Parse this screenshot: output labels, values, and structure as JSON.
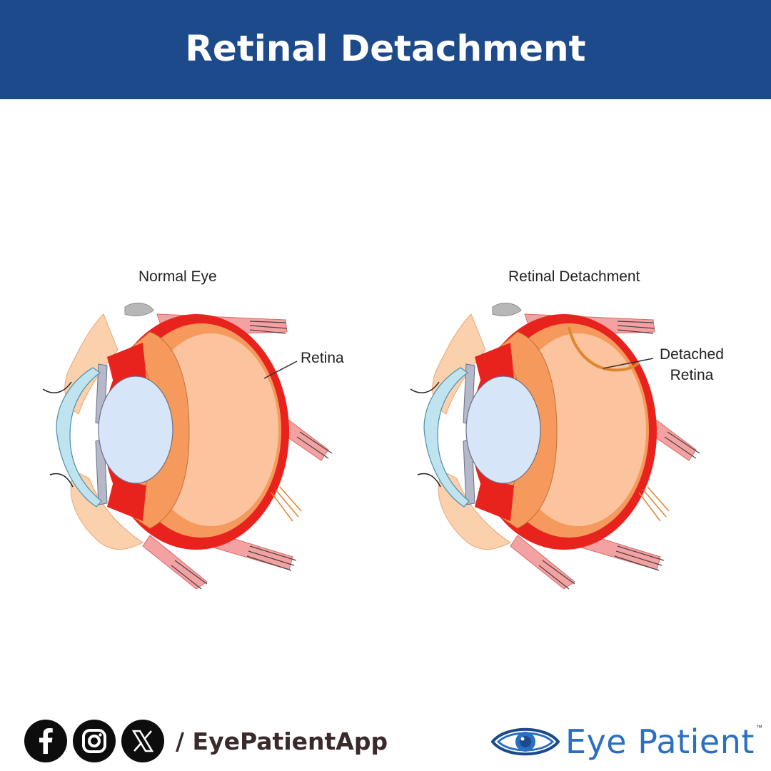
{
  "header": {
    "title": "Retinal Detachment"
  },
  "diagrams": {
    "normal": {
      "title": "Normal Eye",
      "label": "Retina"
    },
    "detached": {
      "title": "Retinal Detachment",
      "label_line1": "Detached",
      "label_line2": "Retina"
    }
  },
  "footer": {
    "social_icons": [
      "facebook-icon",
      "instagram-icon",
      "x-icon"
    ],
    "handle": "/ EyePatientApp",
    "brand": "Eye Patient",
    "trademark": "™"
  },
  "colors": {
    "header_bg": "#1c4a8a",
    "brand_blue": "#2b6fc2",
    "sclera_red": "#e8231e",
    "vitreous": "#fbc39e",
    "retina_orange": "#f59a5c",
    "lens": "#d6e6f8",
    "cornea": "#bfe3ef",
    "muscle": "#f08a8a"
  }
}
